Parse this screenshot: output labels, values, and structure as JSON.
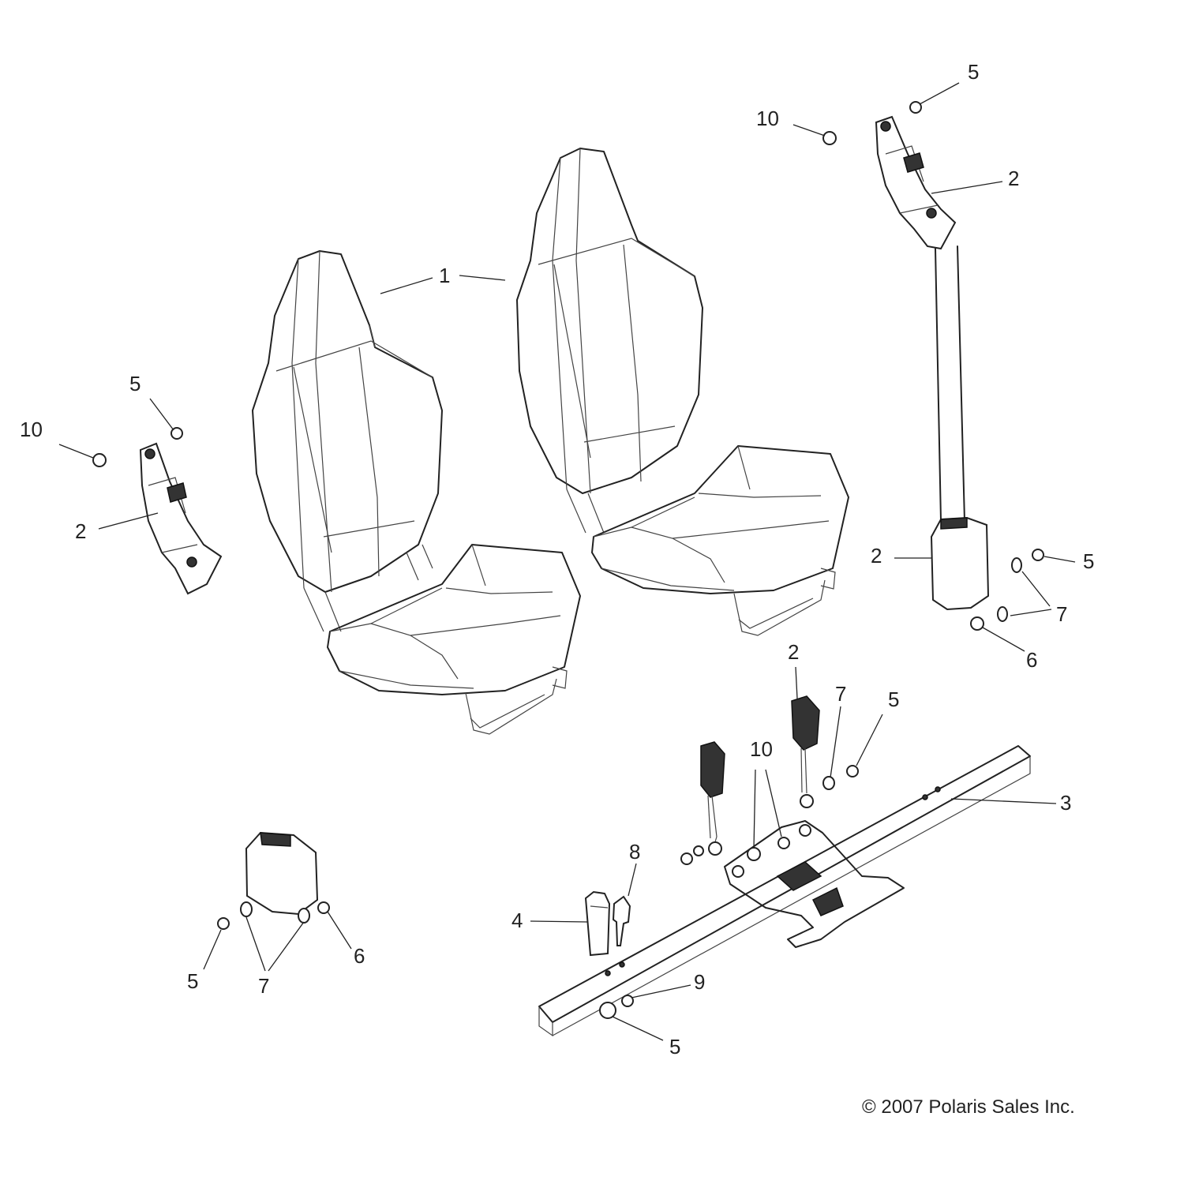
{
  "callouts": {
    "seat": "1",
    "belt_left_retractor": "2",
    "belt_right_retractor": "2",
    "belt_right_lower": "2",
    "buckle": "2",
    "crossbar": "3",
    "pin": "4",
    "nut_left_top": "5",
    "nut_right_top": "5",
    "nut_right_mid": "5",
    "nut_buckle": "5",
    "nut_left_bottom": "5",
    "nut_bar_bottom": "5",
    "bolt_right": "6",
    "bolt_left": "6",
    "washer_right": "7",
    "washer_buckle": "7",
    "washer_left": "7",
    "clip": "8",
    "washer_bar": "9",
    "bolt_left_top": "10",
    "bolt_right_top": "10",
    "bolt_bracket": "10"
  },
  "copyright": "© 2007 Polaris Sales Inc."
}
